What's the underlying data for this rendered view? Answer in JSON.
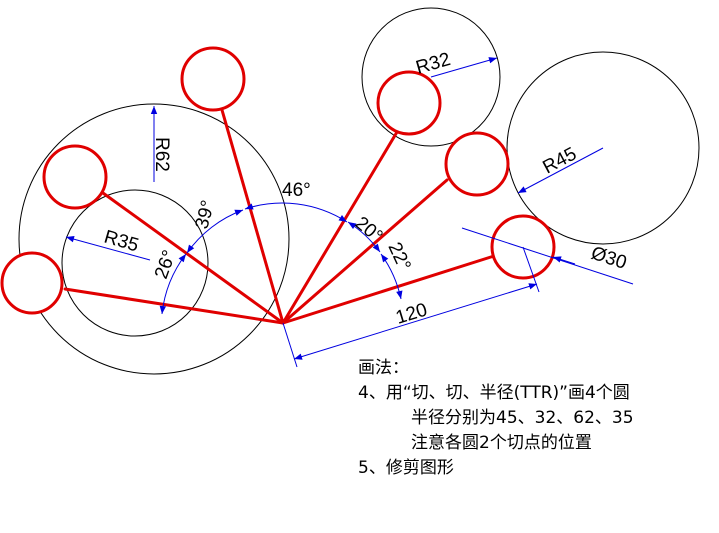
{
  "dimensions": {
    "r32": "R32",
    "r45": "R45",
    "r62": "R62",
    "r35": "R35",
    "d30": "Ø30",
    "len120": "120",
    "a46": "46°",
    "a39": "39°",
    "a26": "26°",
    "a20": "20°",
    "a22": "22°"
  },
  "notes": {
    "heading": "画法：",
    "step4": "4、用“切、切、半径(TTR)”画4个圆",
    "step4_line2": "半径分别为45、32、62、35",
    "step4_line3": "注意各圆2个切点的位置",
    "step5": "5、修剪图形"
  },
  "colors": {
    "construction": "#000000",
    "drawing": "#e00000",
    "dimension": "#0000e0"
  }
}
